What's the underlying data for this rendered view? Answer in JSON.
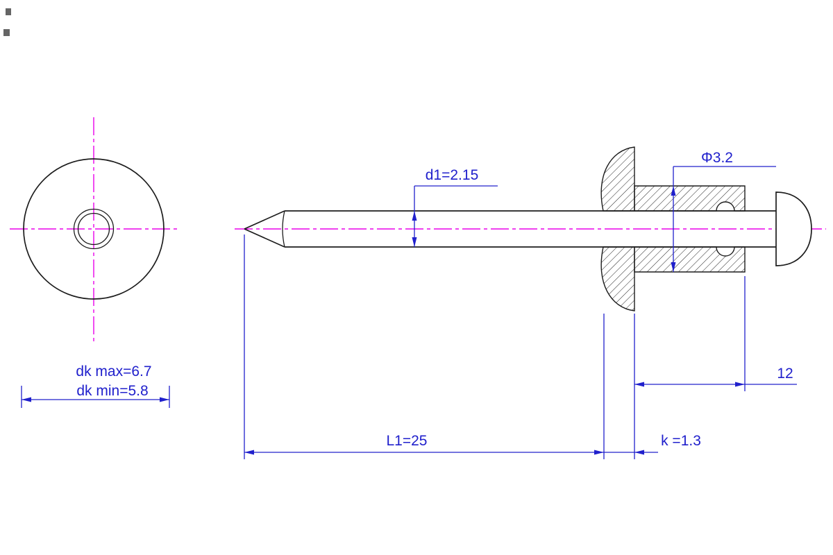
{
  "labels": {
    "d1": "d1=2.15",
    "phi": "Φ3.2",
    "dk_max": "dk max=6.7",
    "dk_min": "dk min=5.8",
    "body_length": "12",
    "l1": "L1=25",
    "k": "k =1.3"
  },
  "colors": {
    "dimension_blue": "#2020cc",
    "centerline_magenta": "#ea00ea",
    "outline_black": "#1c1c1c",
    "background": "#ffffff"
  }
}
